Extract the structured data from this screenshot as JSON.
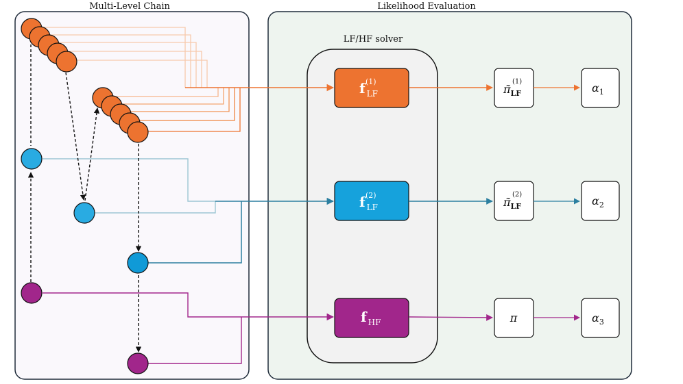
{
  "panels": {
    "left_title": "Multi-Level Chain",
    "right_title": "Likelihood Evaluation",
    "solver_title": "LF/HF solver"
  },
  "solvers": [
    {
      "base": "f",
      "sub": "LF",
      "sup": "(1)",
      "color": "#ed7330"
    },
    {
      "base": "f",
      "sub": "LF",
      "sup": "(2)",
      "color": "#16a2dc"
    },
    {
      "base": "f",
      "sub": "HF",
      "sup": "",
      "color": "#a1268b"
    }
  ],
  "posteriors": [
    {
      "base": "π̃",
      "sub": "LF",
      "sup": "(1)"
    },
    {
      "base": "π̃",
      "sub": "LF",
      "sup": "(2)"
    },
    {
      "base": "π",
      "sub": "",
      "sup": ""
    }
  ],
  "alphas": [
    {
      "base": "α",
      "sub": "1"
    },
    {
      "base": "α",
      "sub": "2"
    },
    {
      "base": "α",
      "sub": "3"
    }
  ],
  "colors": {
    "orange": "#ed7330",
    "light_blue": "#29abe2",
    "blue": "#109ad7",
    "purple": "#a1268b",
    "light_orange": "#f8c9ab",
    "light_blue_line": "#9cc6d3",
    "dark_blue_line": "#2c7fa0",
    "left_panel_bg": "#faf8fc",
    "right_panel_bg": "#eef4ef",
    "solver_bg": "#f2f2f2",
    "panel_border": "#1f2b3a"
  }
}
